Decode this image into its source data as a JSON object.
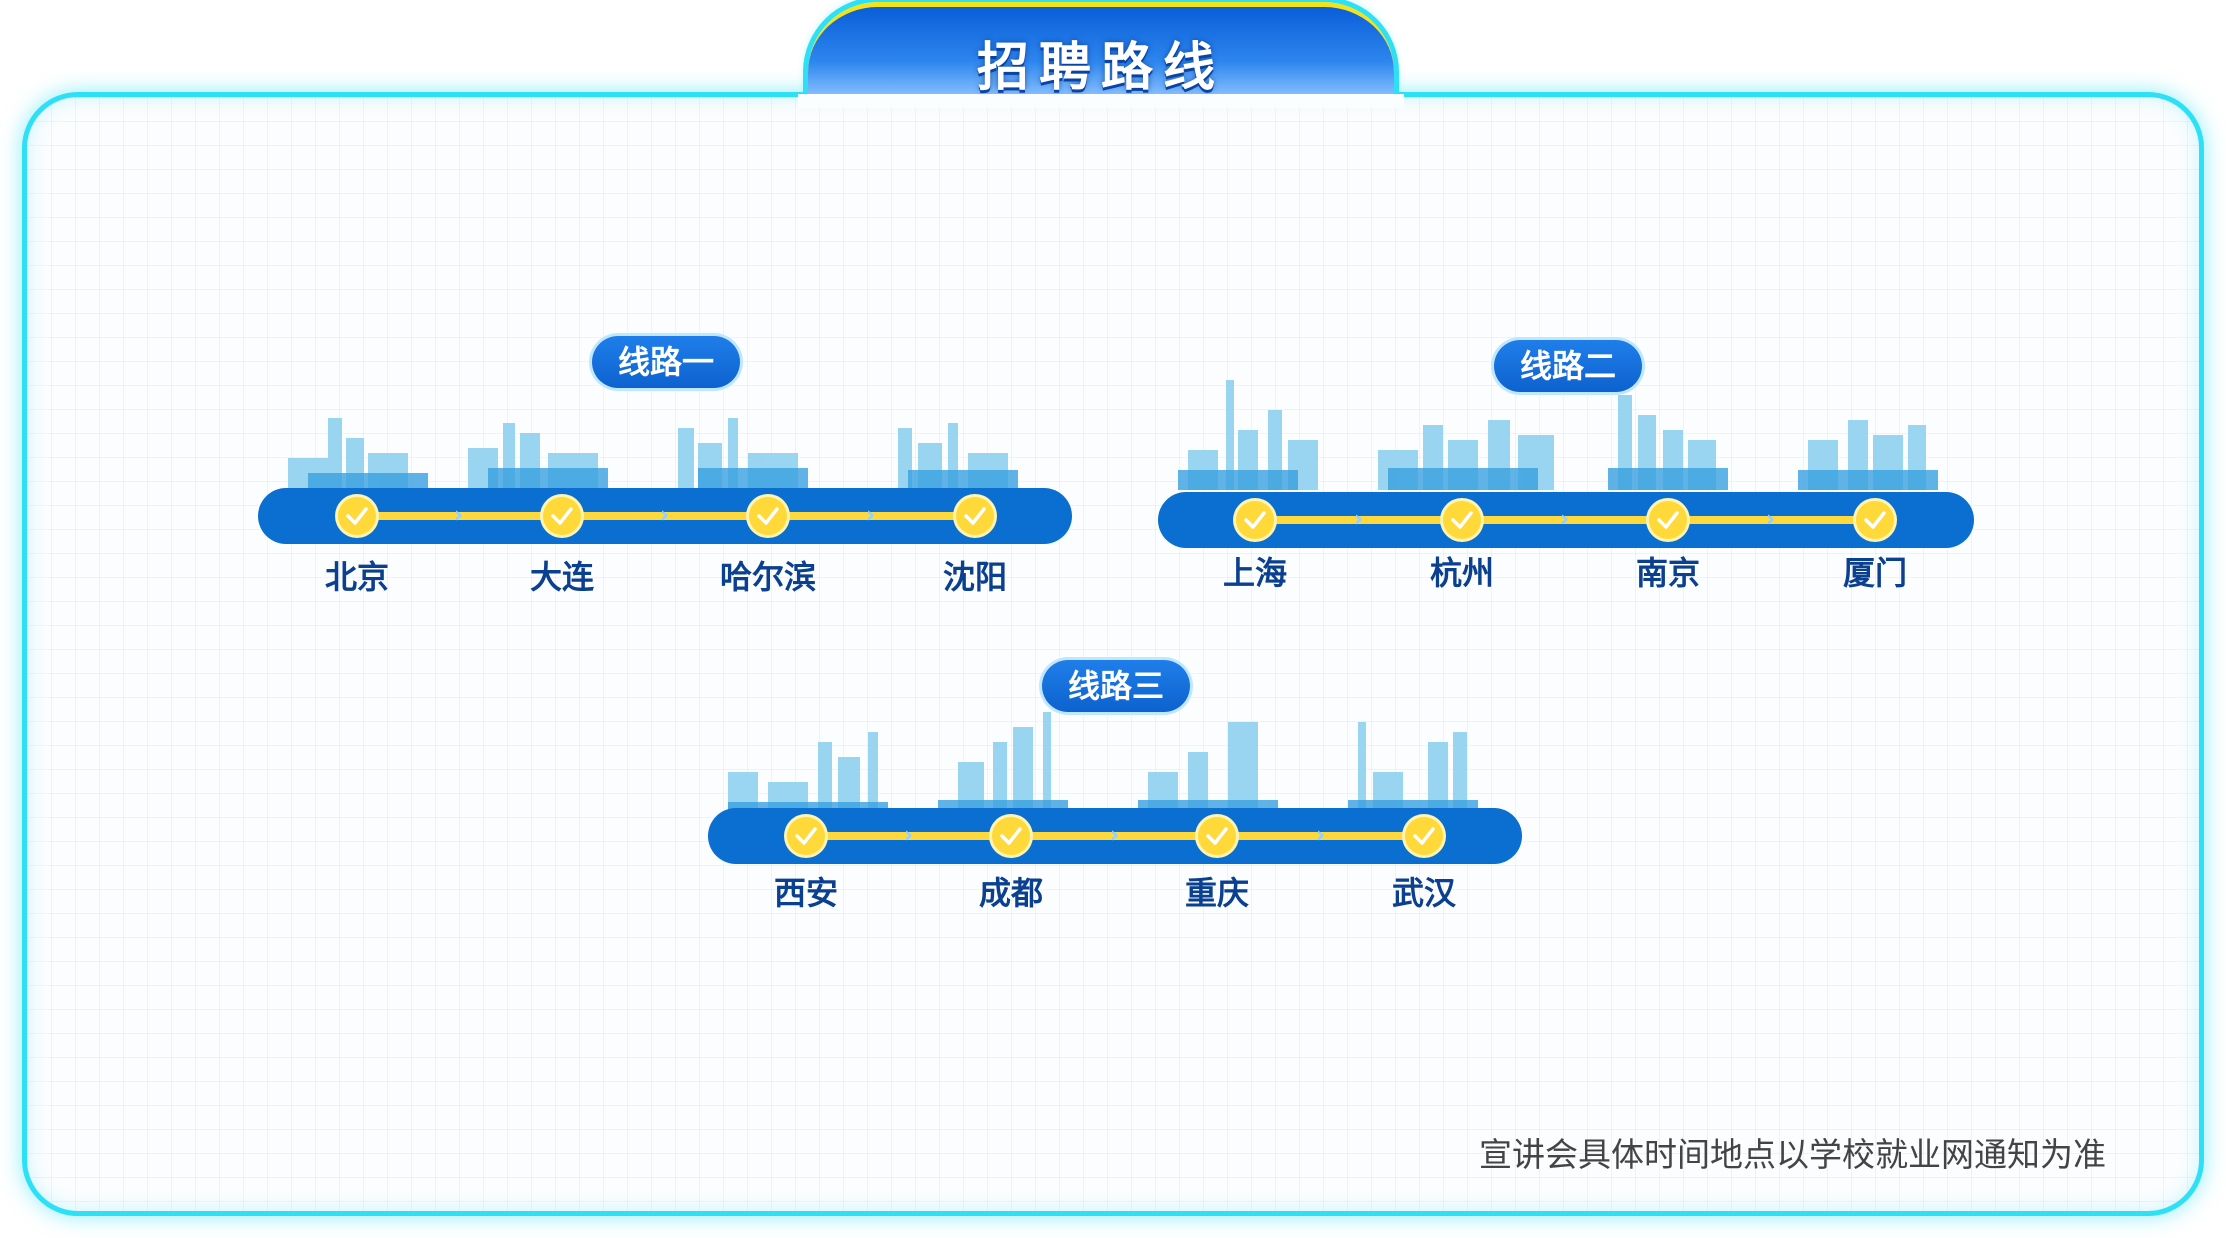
{
  "title": "招聘路线",
  "routes": [
    {
      "label": "线路一",
      "cities": [
        "北京",
        "大连",
        "哈尔滨",
        "沈阳"
      ]
    },
    {
      "label": "线路二",
      "cities": [
        "上海",
        "杭州",
        "南京",
        "厦门"
      ]
    },
    {
      "label": "线路三",
      "cities": [
        "西安",
        "成都",
        "重庆",
        "武汉"
      ]
    }
  ],
  "note": "宣讲会具体时间地点以学校就业网通知为准",
  "colors": {
    "primary_blue": "#0a6fd0",
    "track_yellow": "#ffd83a",
    "border_cyan": "#2ee0f5",
    "city_text": "#0b3f8f"
  }
}
